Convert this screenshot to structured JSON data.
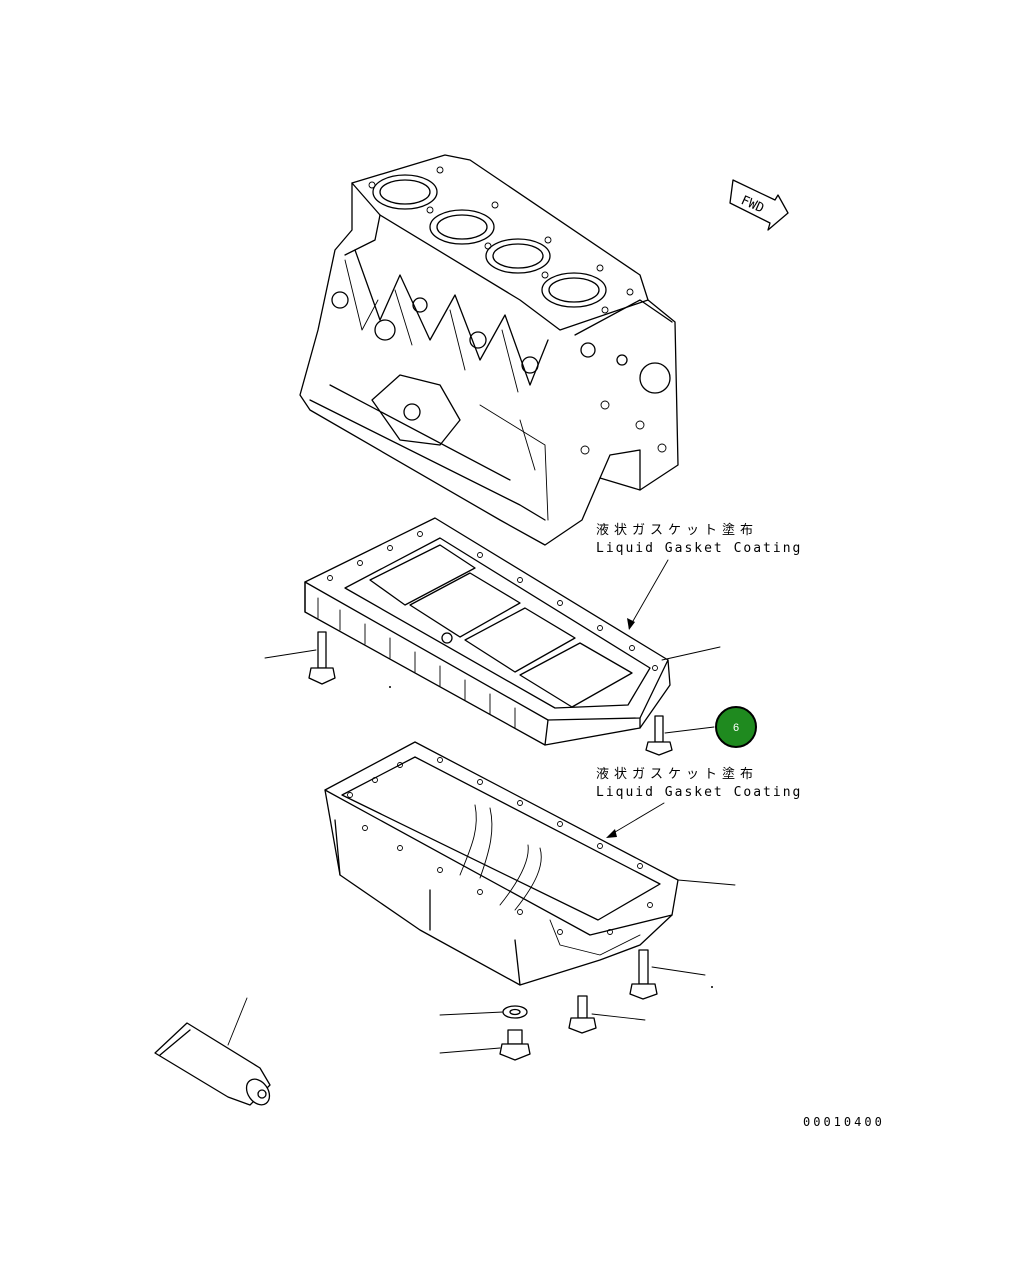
{
  "direction_marker": {
    "label": "FWD"
  },
  "callouts": [
    {
      "label_jp": "液状ガスケット塗布",
      "label_en": "Liquid Gasket Coating"
    },
    {
      "label_jp": "液状ガスケット塗布",
      "label_en": "Liquid Gasket Coating"
    }
  ],
  "badge": {
    "number": "6",
    "color": "#1f8a1f"
  },
  "drawing_code": "00010400"
}
